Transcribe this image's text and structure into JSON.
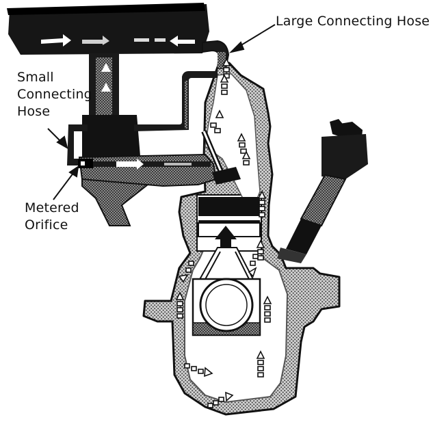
{
  "labels": {
    "large_connecting_hose": "Large Connecting Hose",
    "small_connecting_hose": [
      "Small",
      "Connecting",
      "Hose"
    ],
    "metered_orifice": [
      "Metered",
      "Orifice"
    ]
  },
  "icons": [
    "crankcase-ventilation-diagram",
    "air-cleaner",
    "carburetor",
    "intake-valve",
    "piston",
    "connecting-rod",
    "crankshaft",
    "spark-plug",
    "flow-arrow"
  ],
  "colors": {
    "ink": "#111111",
    "fill": "#1a1a1a",
    "stipple": "#6e6e6e",
    "paper": "#ffffff"
  }
}
